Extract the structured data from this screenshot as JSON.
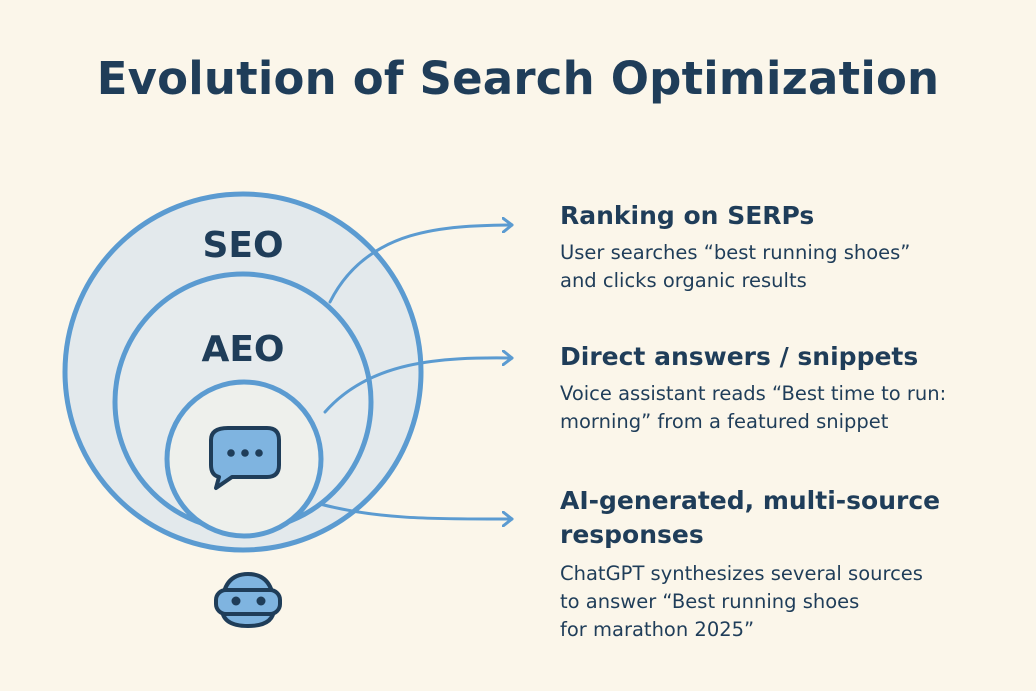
{
  "title": "Evolution of Search Optimization",
  "layers": [
    {
      "label": "SEO"
    },
    {
      "label": "AEO"
    },
    {
      "label": "",
      "icon": "chat-bubble-icon"
    }
  ],
  "avatar_icon": "robot-head-icon",
  "items": [
    {
      "heading_lines": [
        "Ranking on SERPs"
      ],
      "text_lines": [
        "User searches “best running shoes”",
        "and clicks organic results"
      ]
    },
    {
      "heading_lines": [
        "Direct answers / snippets"
      ],
      "text_lines": [
        "Voice assistant reads “Best time to run:",
        "morning” from a featured snippet"
      ]
    },
    {
      "heading_lines": [
        "AI-generated, multi-source",
        "responses"
      ],
      "text_lines": [
        "ChatGPT synthesizes several sources",
        "to answer “Best running shoes",
        "for marathon 2025”"
      ]
    }
  ],
  "colors": {
    "background": "#fbf6ea",
    "text": "#1f3d59",
    "ring": "#5b9bd1",
    "fill_outer": "#e3e9ec",
    "fill_inner": "#eef0ec",
    "icon_fill": "#7fb4e0"
  }
}
